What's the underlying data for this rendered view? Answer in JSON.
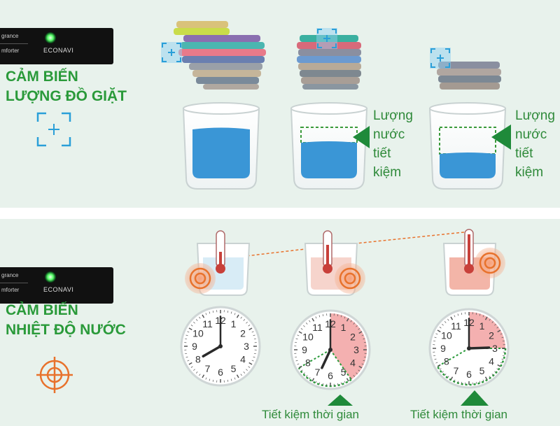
{
  "sections": {
    "load_sensor": {
      "title_line1": "CẢM BIẾN",
      "title_line2": "LƯỢNG ĐỒ GIẶT",
      "panel": {
        "line1": "grance",
        "line2": "mforter",
        "brand": "ECONAVI"
      },
      "saving_label": [
        "Lượng",
        "nước",
        "tiết",
        "kiệm"
      ]
    },
    "temp_sensor": {
      "title_line1": "CẢM BIẾN",
      "title_line2": "NHIỆT ĐỘ NƯỚC",
      "panel": {
        "line1": "grance",
        "line2": "mforter",
        "brand": "ECONAVI"
      },
      "saving_caption": "Tiết kiệm thời gian"
    }
  },
  "clock_numbers": [
    "12",
    "1",
    "2",
    "3",
    "4",
    "5",
    "6",
    "7",
    "8",
    "9",
    "10",
    "11"
  ],
  "colors": {
    "accent_green": "#2a9a3a",
    "water_blue": "#3a96d6",
    "sensor_orange": "#e8722c",
    "scan_blue": "#2a9fd8"
  }
}
